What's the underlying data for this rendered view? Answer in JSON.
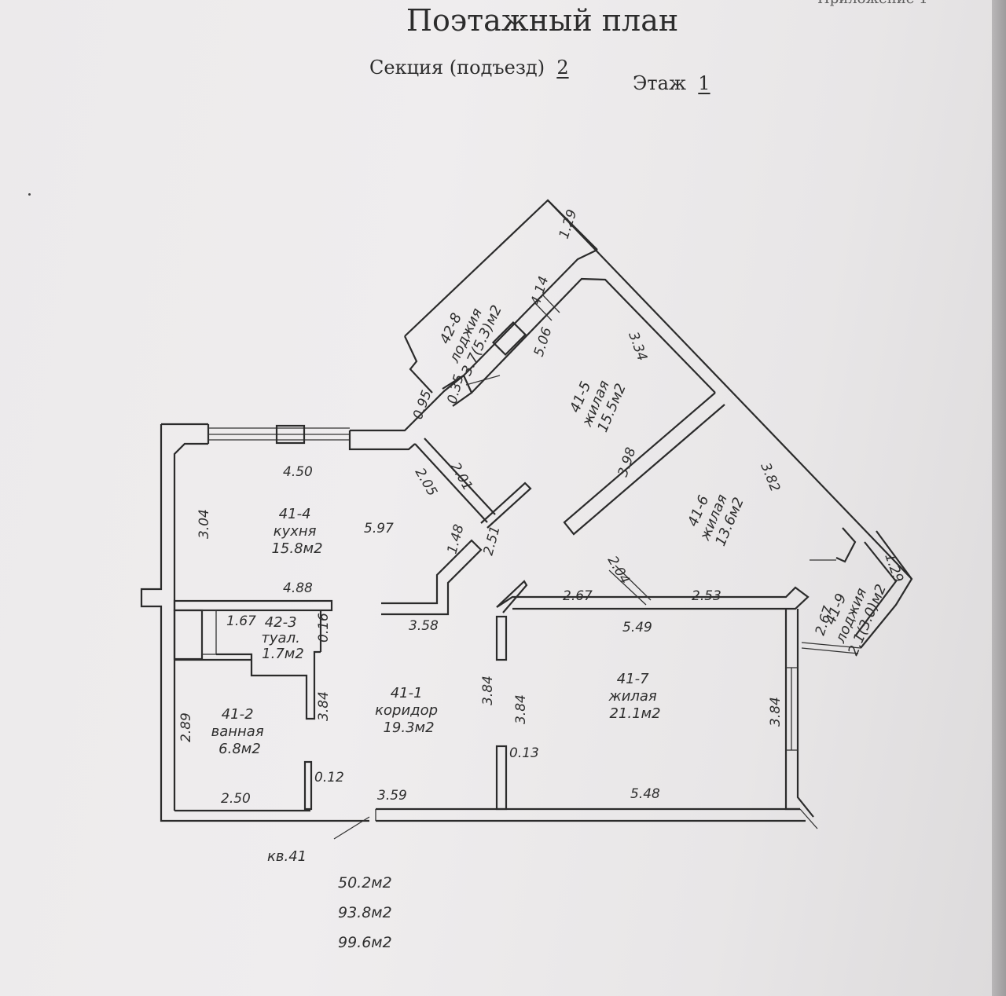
{
  "header": {
    "corner_text": "Приложение 1",
    "title": "Поэтажный план",
    "section_label": "Секция (подъезд)",
    "section_value": "2",
    "floor_label": "Этаж",
    "floor_value": "1"
  },
  "rooms": [
    {
      "id": "42-8",
      "name": "лоджия",
      "area": "3.7(5.3)м2"
    },
    {
      "id": "41-5",
      "name": "жилая",
      "area": "15.5м2"
    },
    {
      "id": "41-6",
      "name": "жилая",
      "area": "13.6м2"
    },
    {
      "id": "41-9",
      "name": "лоджия",
      "area": "2.1(3.0)м2"
    },
    {
      "id": "41-4",
      "name": "кухня",
      "area": "15.8м2"
    },
    {
      "id": "42-3",
      "name": "туал.",
      "area": "1.7м2"
    },
    {
      "id": "41-1",
      "name": "коридор",
      "area": "19.3м2"
    },
    {
      "id": "41-7",
      "name": "жилая",
      "area": "21.1м2"
    },
    {
      "id": "41-2",
      "name": "ванная",
      "area": "6.8м2"
    }
  ],
  "dimensions": [
    "1.29",
    "4.14",
    "5.06",
    "3.34",
    "0.95",
    "0.35",
    "4.50",
    "2.05",
    "2.01",
    "3.98",
    "3.82",
    "3.04",
    "5.97",
    "1.48",
    "2.51",
    "1.29",
    "2.04",
    "4.88",
    "1.67",
    "0.16",
    "2.67",
    "2.53",
    "2.67",
    "3.58",
    "5.49",
    "3.84",
    "3.84",
    "3.84",
    "3.84",
    "2.89",
    "0.13",
    "0.12",
    "2.50",
    "3.59",
    "5.48"
  ],
  "apartment": "кв.41",
  "totals": [
    "50.2м2",
    "93.8м2",
    "99.6м2"
  ]
}
